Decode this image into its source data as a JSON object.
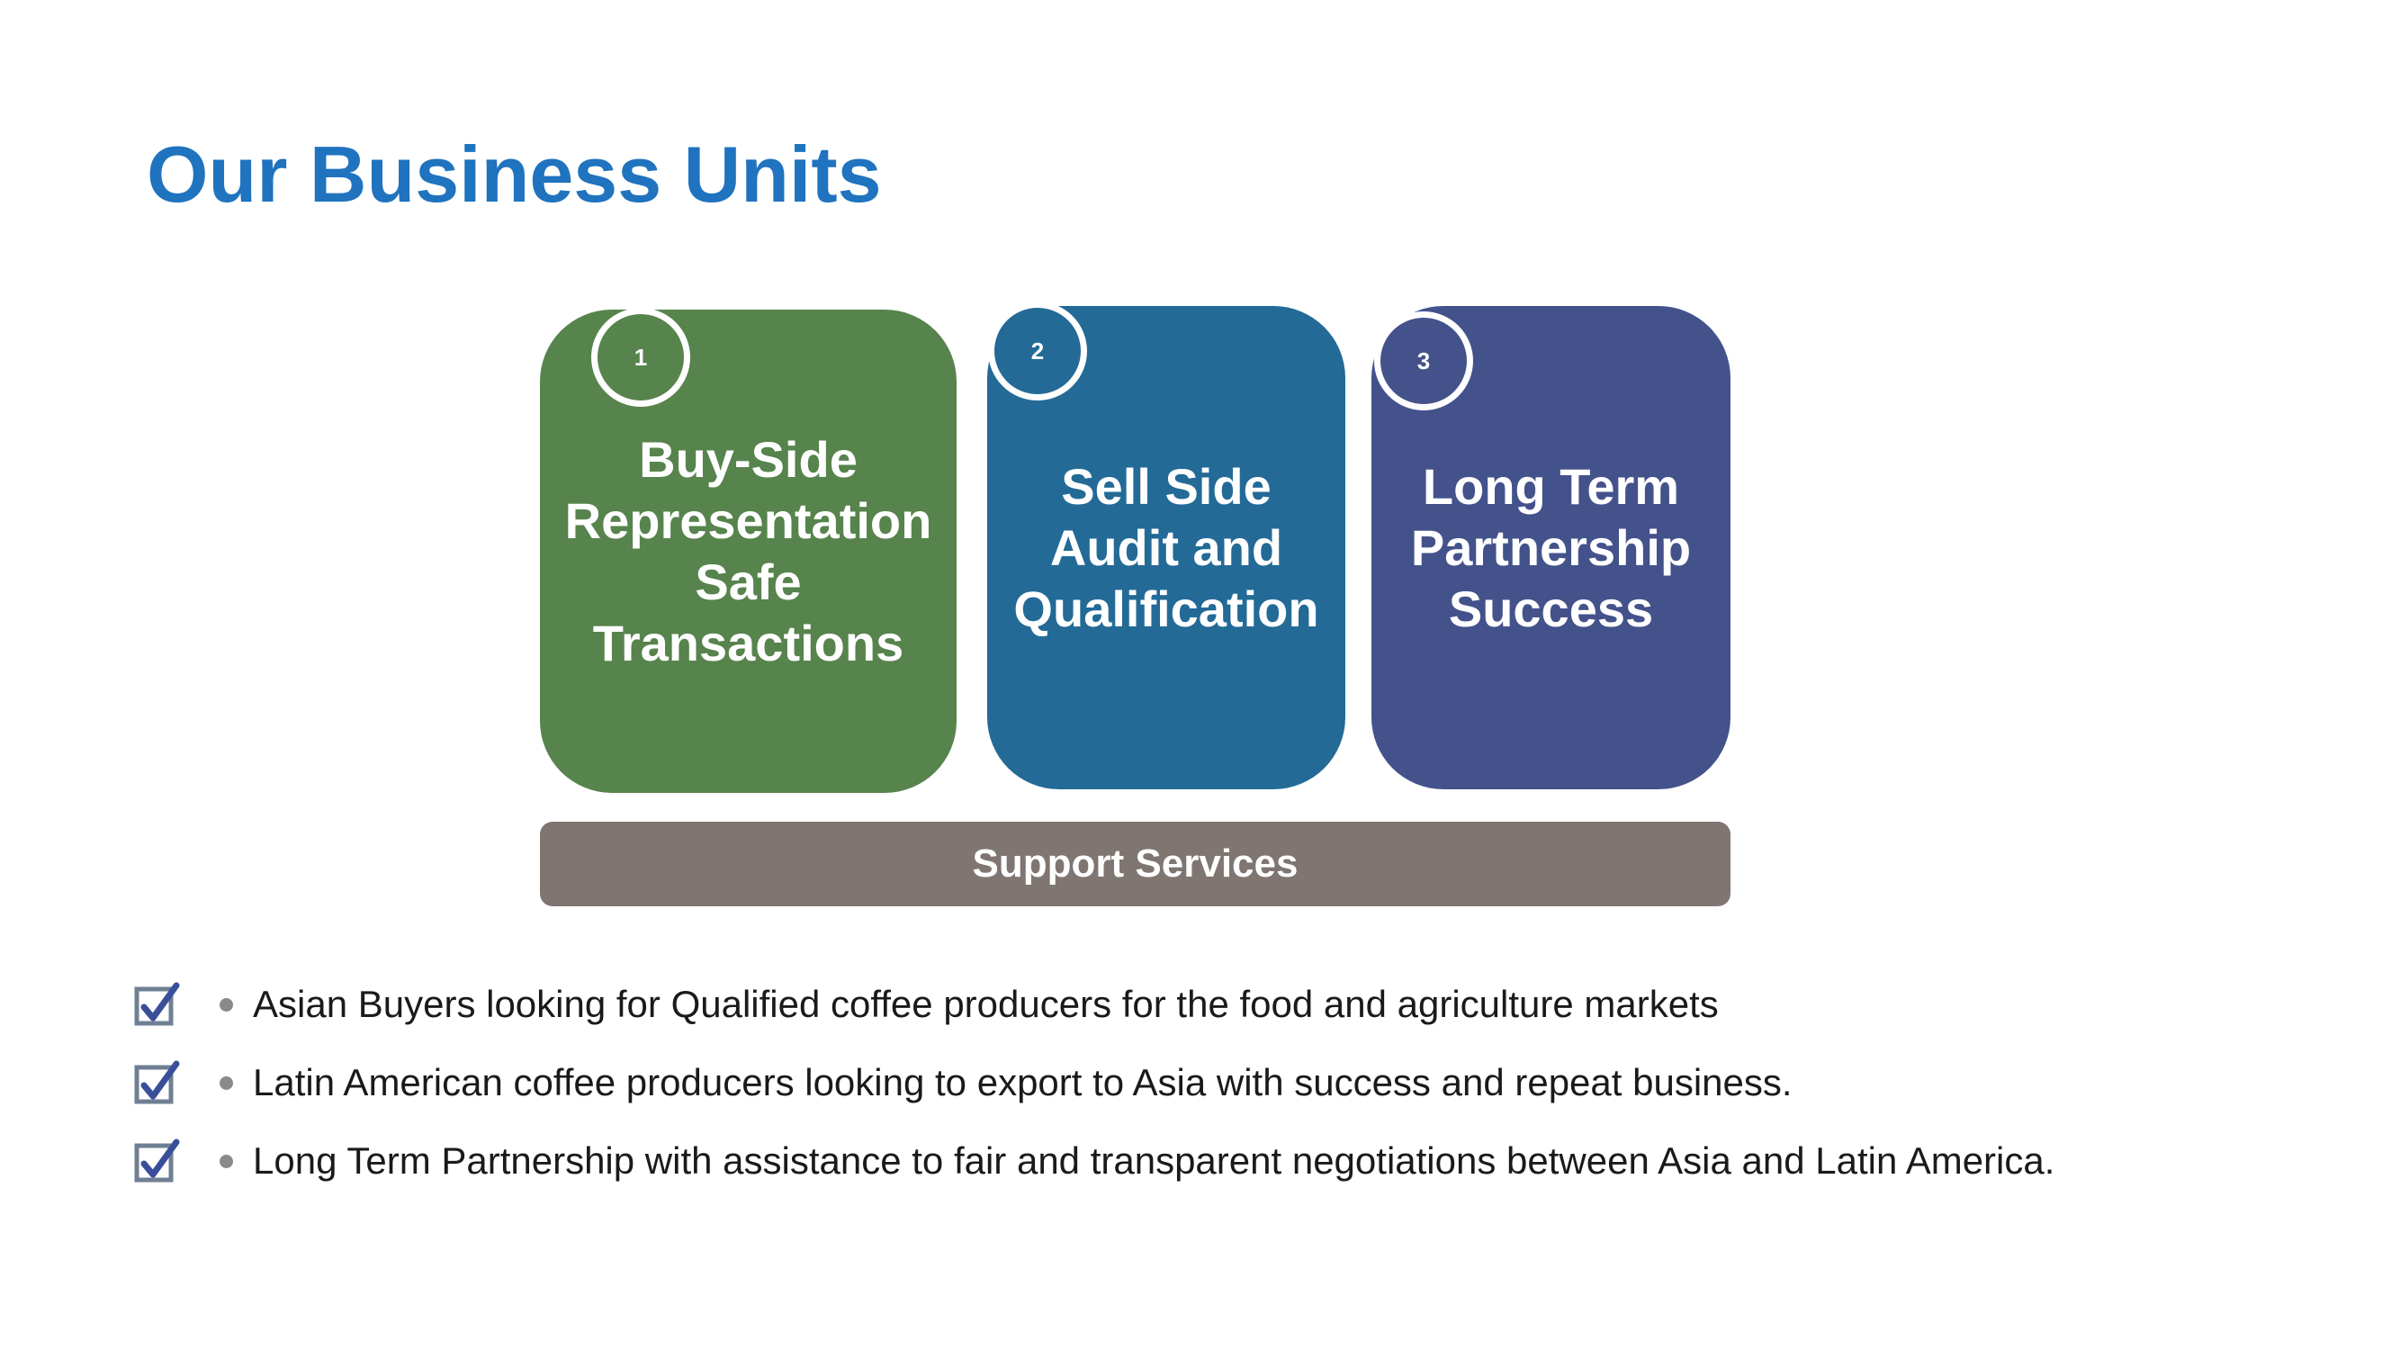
{
  "title": "Our Business Units",
  "colors": {
    "title": "#1f73bf",
    "unit1": "#57834c",
    "unit2": "#236a97",
    "unit3": "#44528b",
    "support": "#7f7672",
    "check_box": "#6f7f93",
    "check_mark": "#3a4f9a"
  },
  "units": [
    {
      "number": "1",
      "label": "Buy-Side\nRepresentation\nSafe\nTransactions"
    },
    {
      "number": "2",
      "label": "Sell Side\nAudit and\nQualification"
    },
    {
      "number": "3",
      "label": "Long Term\nPartnership\nSuccess"
    }
  ],
  "support": {
    "label": "Support Services"
  },
  "bullets": [
    {
      "icon": "checkbox-checked-icon",
      "text": "Asian Buyers looking for Qualified coffee producers for the food and agriculture markets"
    },
    {
      "icon": "checkbox-checked-icon",
      "text": "Latin American coffee producers looking to export to Asia with success and repeat business."
    },
    {
      "icon": "checkbox-checked-icon",
      "text": "Long Term Partnership with assistance to fair and transparent negotiations between Asia and Latin America."
    }
  ]
}
